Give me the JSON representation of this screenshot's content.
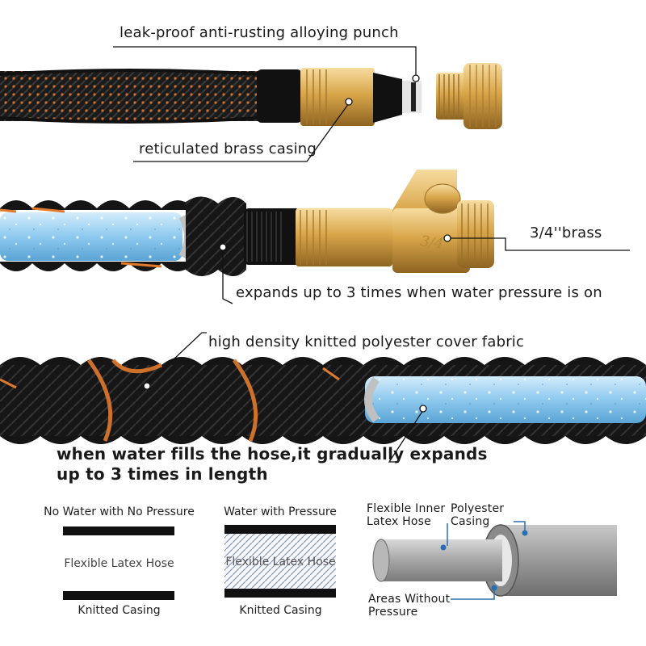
{
  "section1": {
    "label_top": "leak-proof anti-rusting alloying punch",
    "label_bottom": "reticulated brass casing"
  },
  "section2": {
    "label_brass": "3/4''brass",
    "label_expand": "expands up to 3 times when water pressure is on",
    "fitting_mark": "3/4"
  },
  "section3": {
    "label_fabric": "high density knitted polyester cover fabric",
    "label_fill_line1": "when water fills the hose,it gradually expands",
    "label_fill_line2": "up to 3 times in length"
  },
  "diagram_left": {
    "title": "No Water with No Pressure",
    "middle": "Flexible Latex Hose",
    "bottom": "Knitted Casing"
  },
  "diagram_middle": {
    "title": "Water with Pressure",
    "middle": "Flexible Latex Hose",
    "bottom": "Knitted Casing"
  },
  "diagram_right": {
    "label_inner_1": "Flexible Inner",
    "label_inner_2": "Latex Hose",
    "label_casing_1": "Polyester",
    "label_casing_2": "Casing",
    "label_areas_1": "Areas Without",
    "label_areas_2": "Pressure"
  },
  "colors": {
    "hose_black": "#1b1b1b",
    "orange_thread": "#e07a2c",
    "brass": "#d9a64a",
    "latex_blue": "#8ec9ee",
    "pointer_blue": "#2b6fb2"
  }
}
